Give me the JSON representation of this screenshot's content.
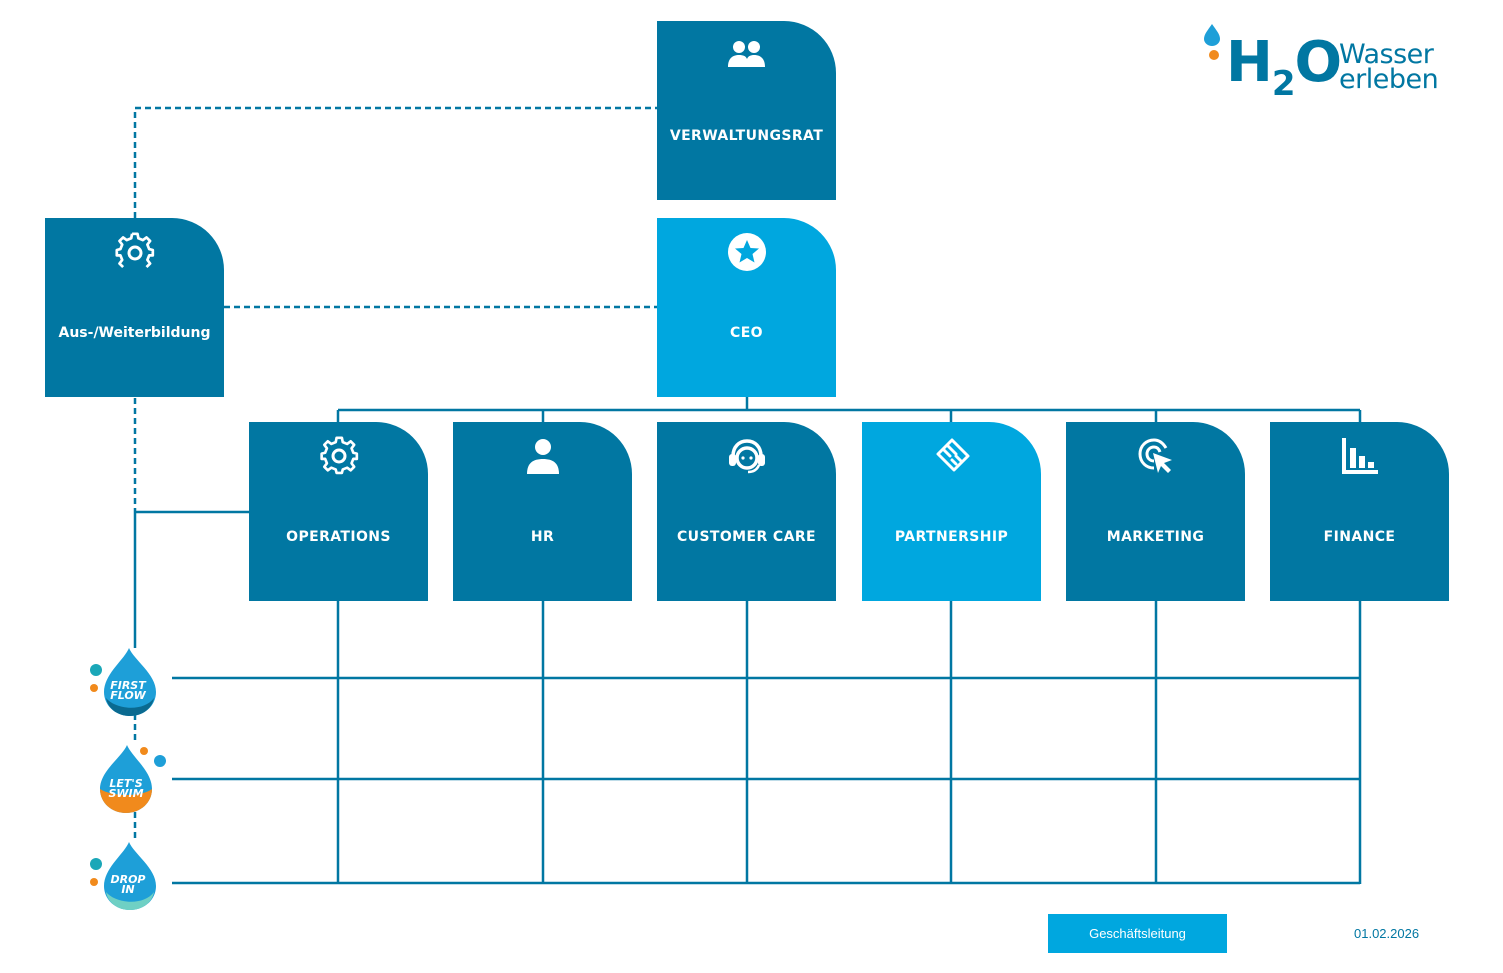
{
  "brand": {
    "name_main": "H",
    "name_sub": "2",
    "name_end": "O",
    "tagline_1": "Wasser",
    "tagline_2": "erleben",
    "color": "#0177a2"
  },
  "nodes": {
    "board": {
      "label": "VERWALTUNGSRAT",
      "icon": "group-icon",
      "color": "#0177a2"
    },
    "ceo": {
      "label": "CEO",
      "icon": "star-icon",
      "color": "#00a7df"
    },
    "training": {
      "label": "Aus-/Weiterbildung",
      "icon": "gear-icon",
      "color": "#0177a2"
    },
    "departments": [
      {
        "label": "OPERATIONS",
        "icon": "gear-icon",
        "color": "#0177a2"
      },
      {
        "label": "HR",
        "icon": "person-icon",
        "color": "#0177a2"
      },
      {
        "label": "CUSTOMER CARE",
        "icon": "headset-icon",
        "color": "#0177a2"
      },
      {
        "label": "PARTNERSHIP",
        "icon": "handshake-icon",
        "color": "#00a7df"
      },
      {
        "label": "MARKETING",
        "icon": "cursor-click-icon",
        "color": "#0177a2"
      },
      {
        "label": "FINANCE",
        "icon": "bar-chart-icon",
        "color": "#0177a2"
      }
    ]
  },
  "programs": [
    {
      "line1": "FIRST",
      "line2": "FLOW",
      "color": "#1e9fd8"
    },
    {
      "line1": "LET'S",
      "line2": "SWIM",
      "color": "#f18a1c"
    },
    {
      "line1": "DROP",
      "line2": "IN",
      "color": "#1aa7b8"
    }
  ],
  "footer": {
    "badge": "Geschäftsleitung",
    "date": "01.02.2026"
  },
  "colors": {
    "dark": "#0177a2",
    "light": "#00a7df",
    "orange": "#f18a1c"
  }
}
